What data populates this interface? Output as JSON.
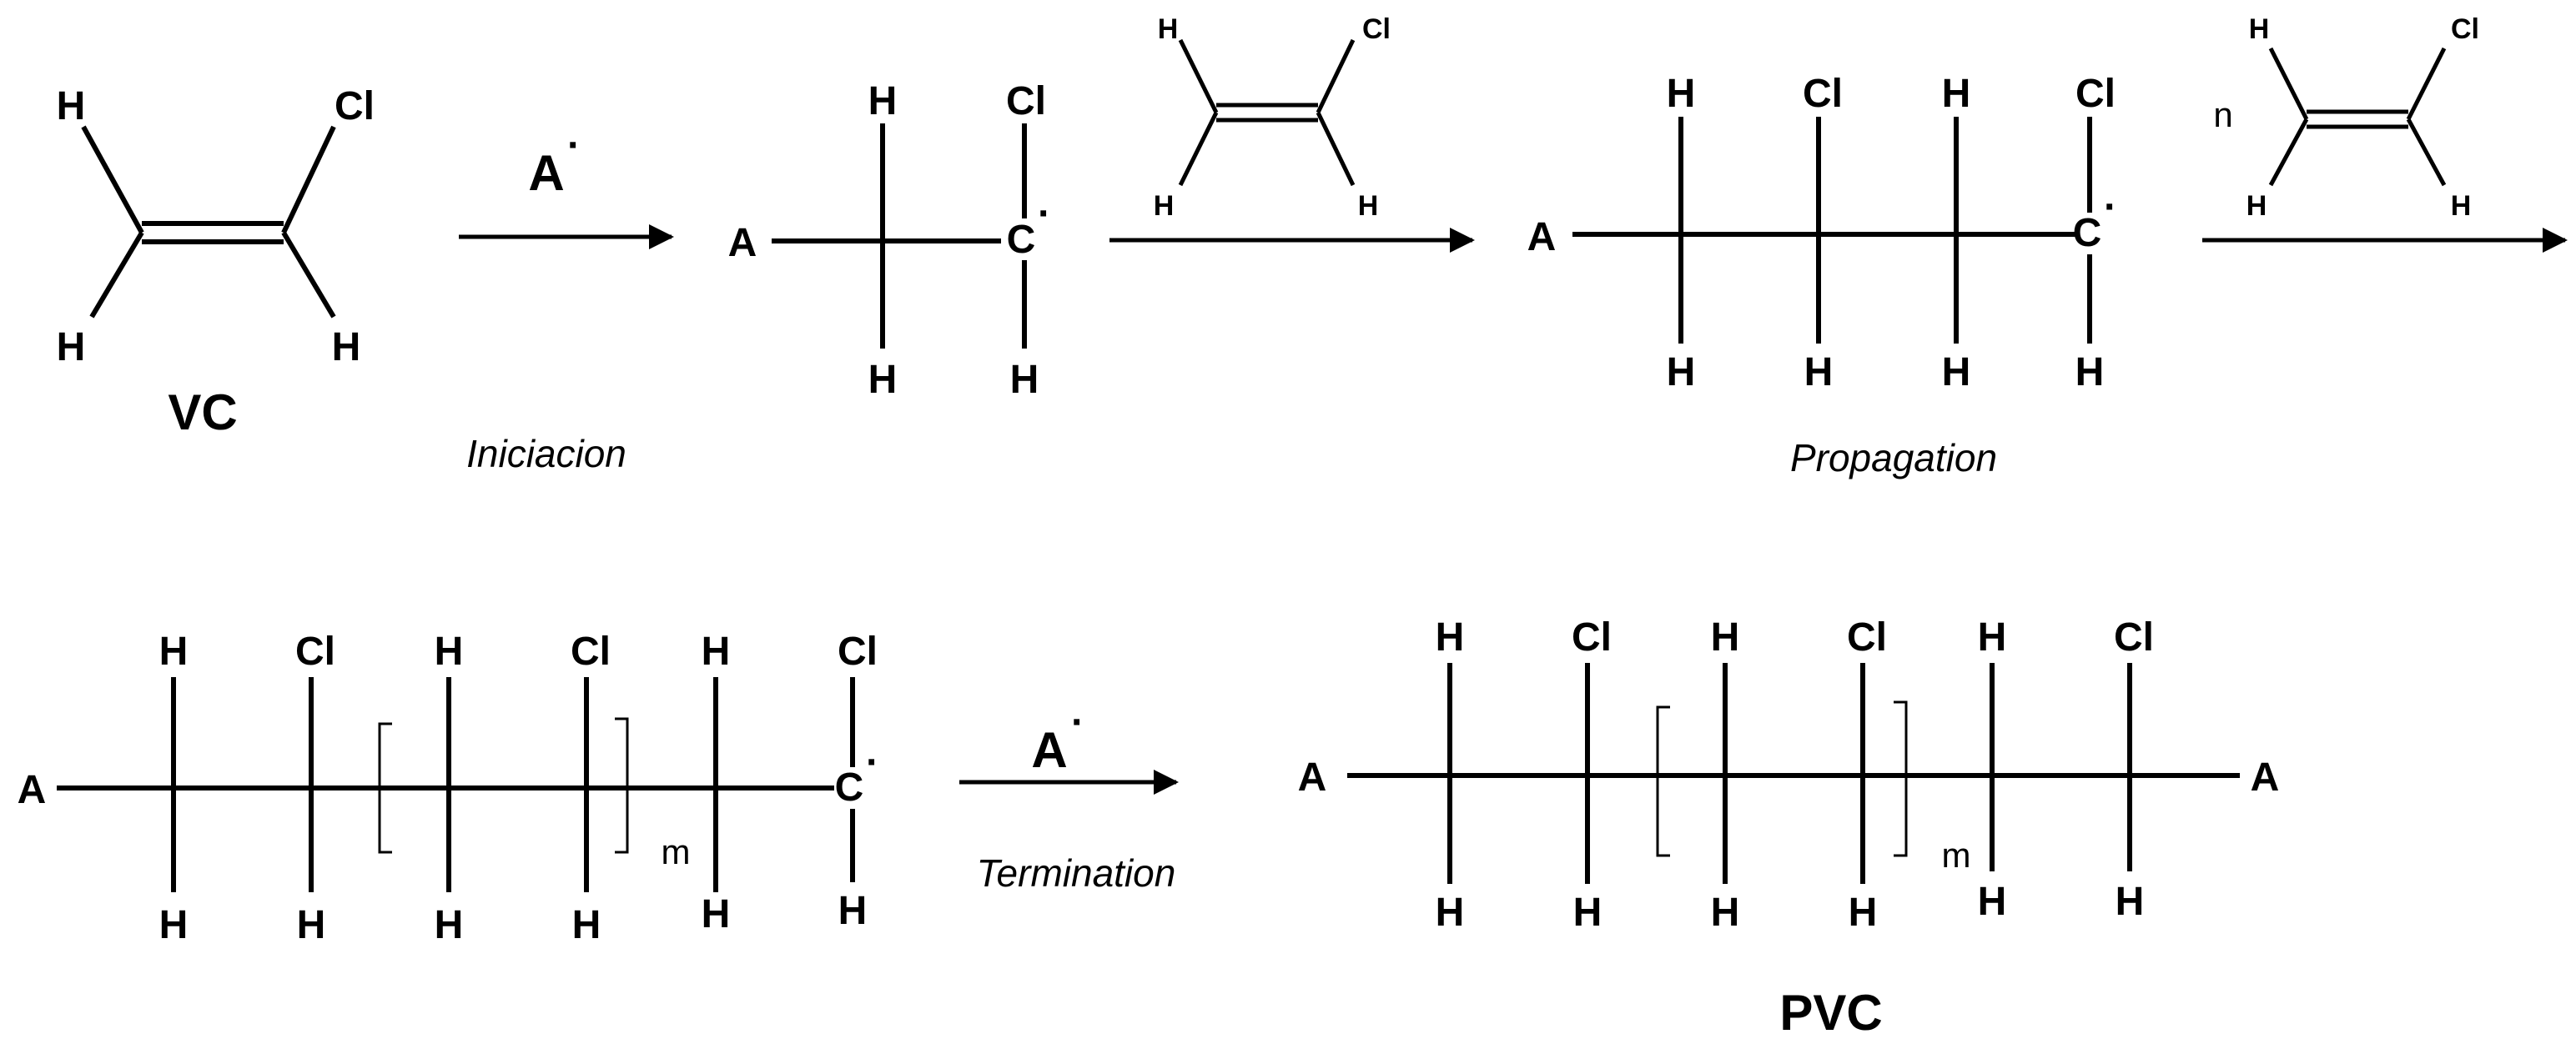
{
  "atoms": {
    "H": "H",
    "Cl": "Cl",
    "A": "A",
    "C": "C",
    "radical": "·",
    "initiator": "A"
  },
  "labels": {
    "monomer": "VC",
    "polymer": "PVC",
    "coeff_n": "n",
    "repeat_m": "m"
  },
  "steps": {
    "initiation": "Iniciacion",
    "propagation": "Propagation",
    "termination": "Termination"
  }
}
